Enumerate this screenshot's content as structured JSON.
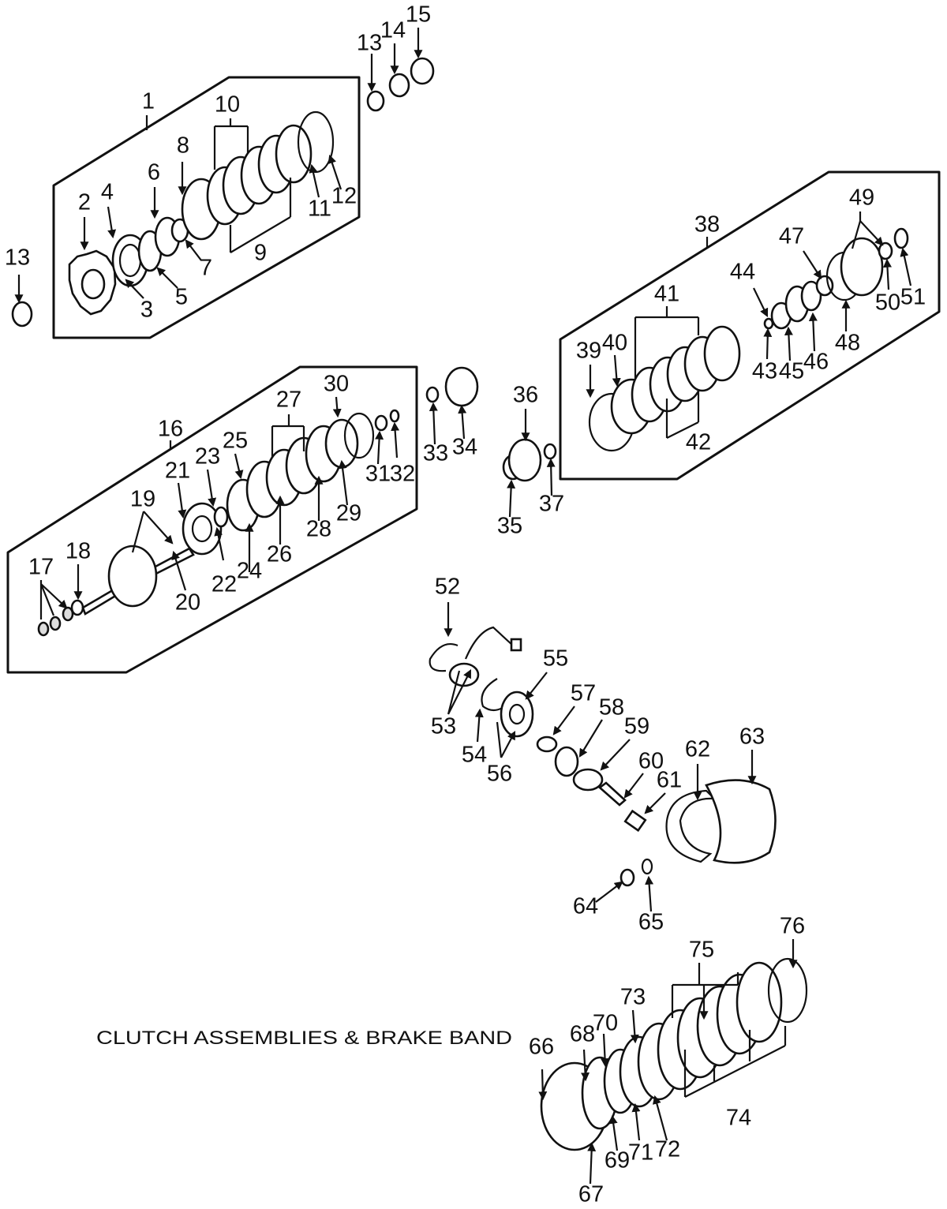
{
  "caption": "CLUTCH ASSEMBLIES & BRAKE BAND",
  "labels": [
    "1",
    "2",
    "3",
    "4",
    "5",
    "6",
    "7",
    "8",
    "9",
    "10",
    "11",
    "12",
    "13",
    "13",
    "14",
    "15",
    "16",
    "17",
    "18",
    "19",
    "20",
    "21",
    "22",
    "23",
    "24",
    "25",
    "26",
    "27",
    "28",
    "29",
    "30",
    "31",
    "32",
    "33",
    "34",
    "35",
    "36",
    "37",
    "38",
    "39",
    "40",
    "41",
    "42",
    "43",
    "44",
    "45",
    "46",
    "47",
    "48",
    "49",
    "50",
    "51",
    "52",
    "53",
    "54",
    "55",
    "56",
    "57",
    "58",
    "59",
    "60",
    "61",
    "62",
    "63",
    "64",
    "65",
    "66",
    "67",
    "68",
    "69",
    "70",
    "71",
    "72",
    "73",
    "74",
    "75",
    "76"
  ]
}
